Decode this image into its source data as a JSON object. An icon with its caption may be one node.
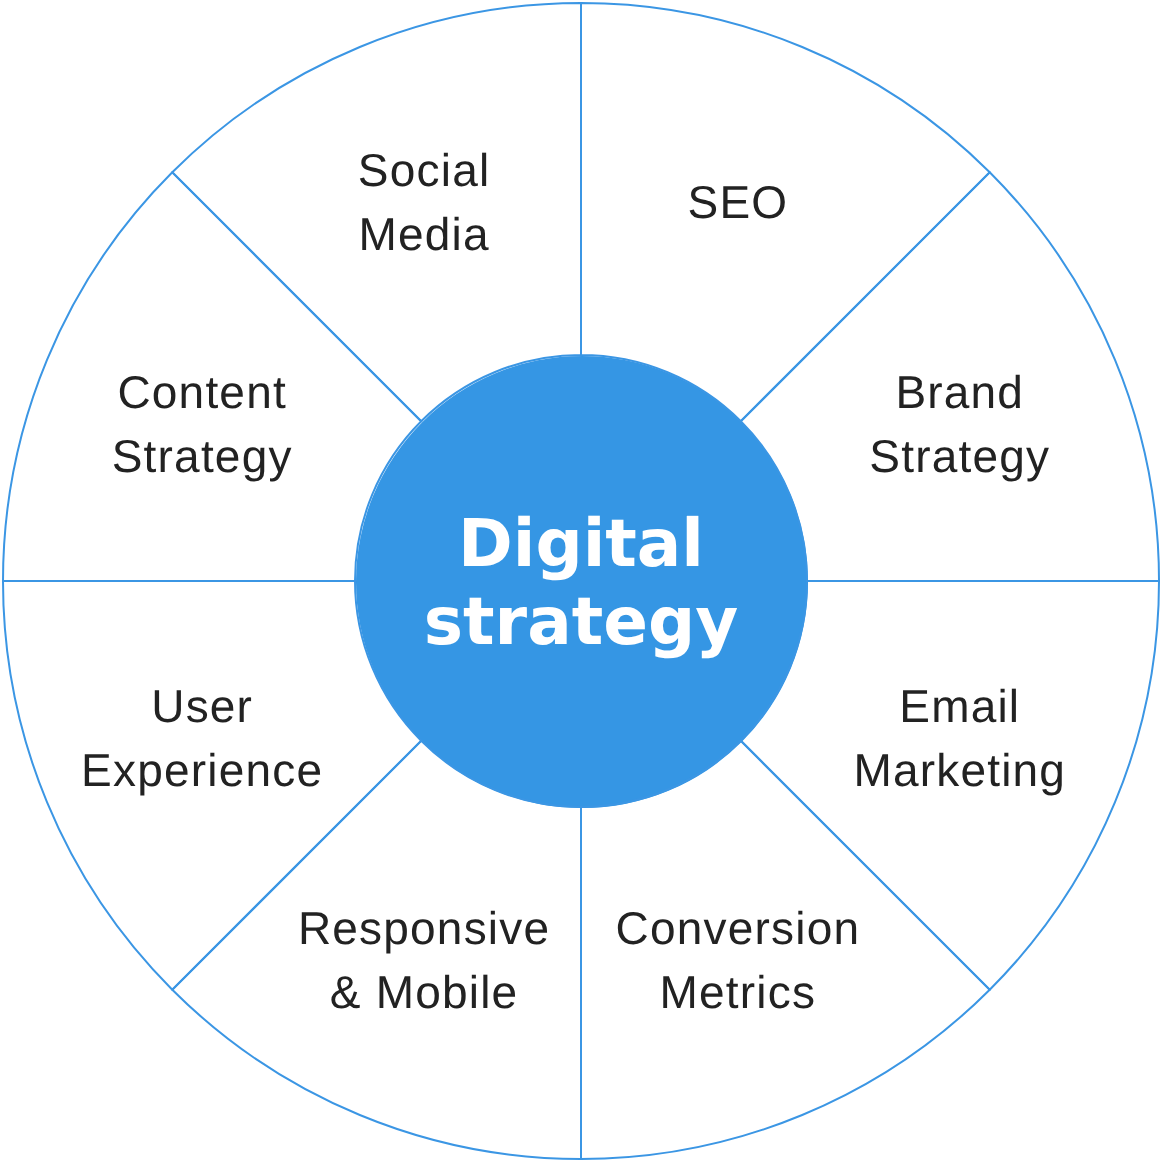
{
  "diagram": {
    "nodes": [
      {
        "text": [
          "Digital strategy"
        ]
      },
      {
        "text": [
          "Social Media"
        ]
      },
      {
        "text": [
          "SEO"
        ]
      },
      {
        "text": [
          "Brand Strategy"
        ]
      },
      {
        "text": [
          "Email Marketing"
        ]
      },
      {
        "text": [
          "Conversion Metrics"
        ]
      },
      {
        "text": [
          "Responsive & Mobile"
        ]
      },
      {
        "text": [
          "User Experience"
        ]
      },
      {
        "text": [
          "Content Strategy"
        ]
      }
    ]
  }
}
